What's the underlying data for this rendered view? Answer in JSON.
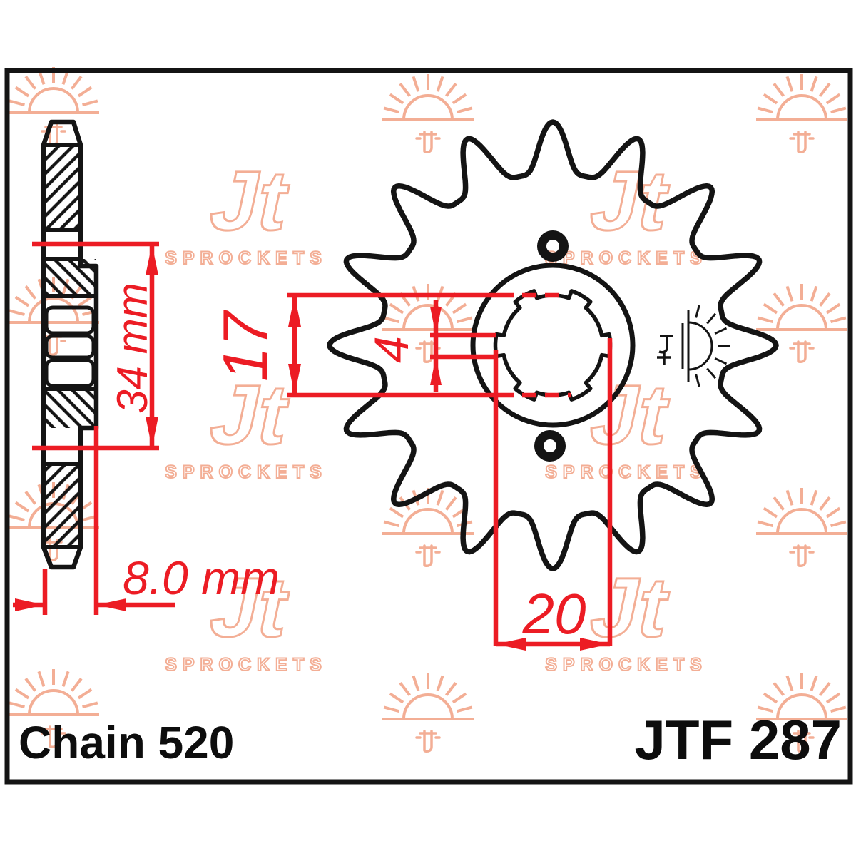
{
  "title": {
    "part_number": "JTF 287",
    "chain_label": "Chain 520"
  },
  "dimensions": {
    "overall_width": "34 mm",
    "hub_offset": "8.0 mm",
    "bore_height": "17",
    "spline_depth": "4",
    "spline_width": "20"
  },
  "watermark": {
    "brand_glyph": "Jt",
    "subtext": "SPROCKETS"
  },
  "sprocket": {
    "teeth": 16,
    "spline_notches": 6,
    "bolt_holes": 2
  },
  "colors": {
    "dimension_red": "#EC1C24",
    "line_black": "#141414",
    "watermark_peach": "#F3AE95",
    "background": "#FFFFFF"
  }
}
